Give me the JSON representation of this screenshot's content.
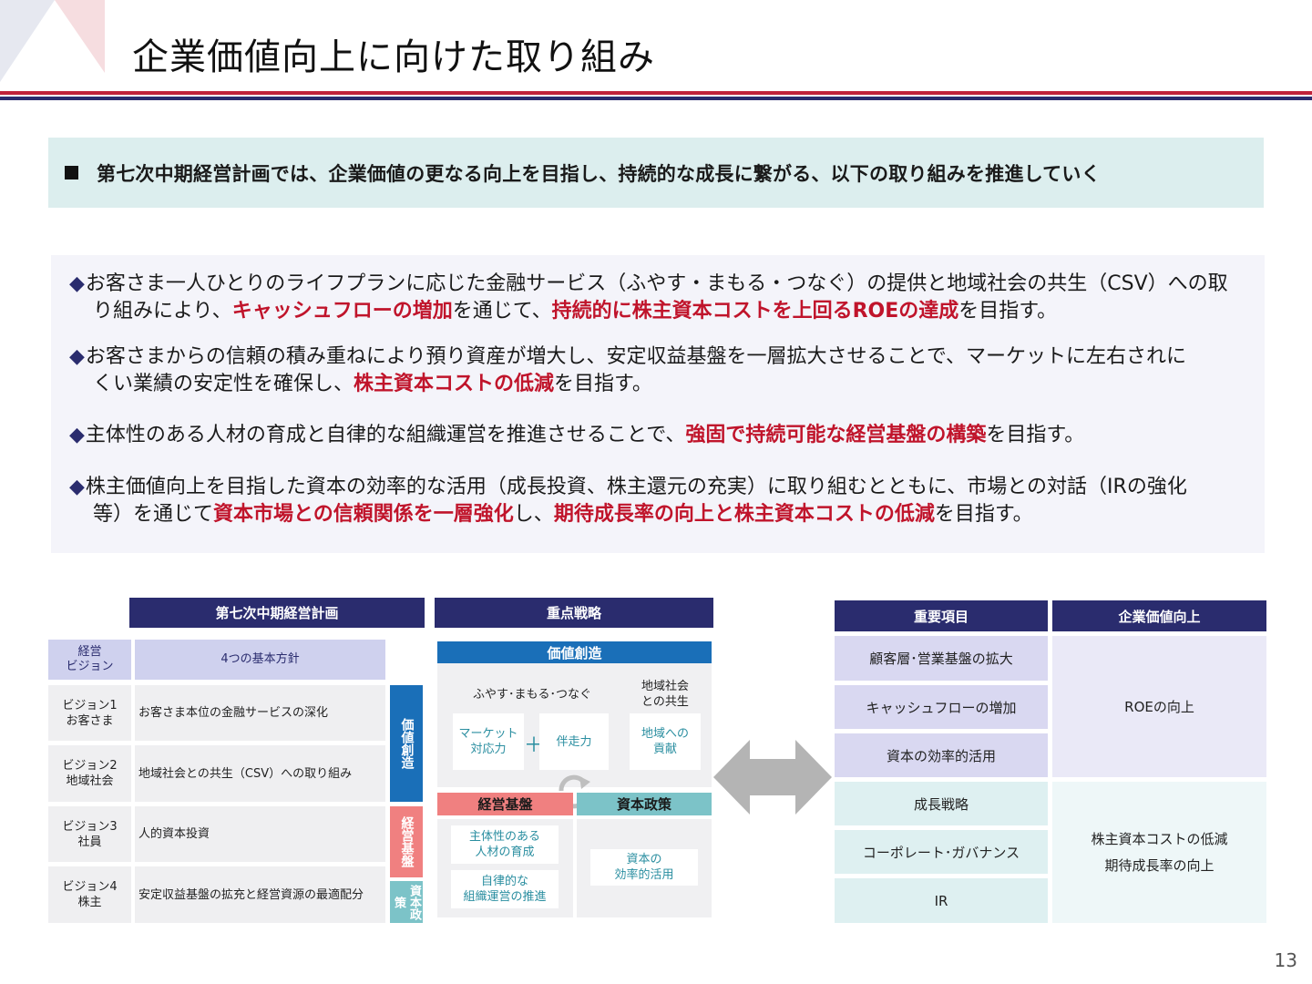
{
  "header": {
    "title": "企業価値向上に向けた取り組み"
  },
  "banner": {
    "text": "第七次中期経営計画では、企業価値の更なる向上を目指し、持続的な成長に繋がる、以下の取り組みを推進していく"
  },
  "bullets": [
    {
      "l1a": "お客さま一人ひとりのライフプランに応じた金融サービス（ふやす・まもる・つなぐ）の提供と地域社会の共生（CSV）への取",
      "l2a": "り組みにより、",
      "l2r1": "キャッシュフローの増加",
      "l2b": "を通じて、",
      "l2r2": "持続的に株主資本コストを上回るROEの達成",
      "l2c": "を目指す。"
    },
    {
      "l1a": "お客さまからの信頼の積み重ねにより預り資産が増大し、安定収益基盤を一層拡大させることで、マーケットに左右されに",
      "l2a": "くい業績の安定性を確保し、",
      "l2r1": "株主資本コストの低減",
      "l2b": "を目指す。"
    },
    {
      "l1a": "主体性のある人材の育成と自律的な組織運営を推進させることで、",
      "l1r": "強固で持続可能な経営基盤の構築",
      "l1b": "を目指す。"
    },
    {
      "l1a": "株主価値向上を目指した資本の効率的な活用（成長投資、株主還元の充実）に取り組むとともに、市場との対話（IRの強化",
      "l2a": "等）を通じて",
      "l2r1": "資本市場との信頼関係を一層強化",
      "l2b": "し、",
      "l2r2": "期待成長率の向上と株主資本コストの低減",
      "l2c": "を目指す。"
    }
  ],
  "plan_table": {
    "header": "第七次中期経営計画",
    "col1_header": "経営\nビジョン",
    "col2_header": "4つの基本方針",
    "rows": [
      {
        "vision": "ビジョン1\nお客さま",
        "policy": "お客さま本位の金融サービスの深化"
      },
      {
        "vision": "ビジョン2\n地域社会",
        "policy": "地域社会との共生（CSV）への取り組み"
      },
      {
        "vision": "ビジョン3\n社員",
        "policy": "人的資本投資"
      },
      {
        "vision": "ビジョン4\n株主",
        "policy": "安定収益基盤の拡充と経営資源の最適配分"
      }
    ],
    "side_labels": {
      "value": "価値創造",
      "mgmt": "経営基盤",
      "capital": "資本政策"
    }
  },
  "strategy": {
    "header": "重点戦略",
    "value_header": "価値創造",
    "fmt": "ふやす･まもる･つなぐ",
    "community": "地域社会\nとの共生",
    "market": "マーケット\n対応力",
    "plus": "＋",
    "companion": "伴走力",
    "contrib": "地域への\n貢献",
    "mgmt_header": "経営基盤",
    "capital_header": "資本政策",
    "mgmt_items": [
      "主体性のある\n人材の育成",
      "自律的な\n組織運営の推進"
    ],
    "capital_item": "資本の\n効率的活用"
  },
  "value_table": {
    "col1_header": "重要項目",
    "col2_header": "企業価値向上",
    "items_top": [
      "顧客層･営業基盤の拡大",
      "キャッシュフローの増加",
      "資本の効率的活用"
    ],
    "result_top": "ROEの向上",
    "items_bottom": [
      "成長戦略",
      "コーポレート･ガバナンス",
      "IR"
    ],
    "result_bottom": [
      "株主資本コストの低減",
      "期待成長率の向上"
    ]
  },
  "page_number": "13",
  "colors": {
    "navy": "#2a2c6e",
    "red": "#c0142b",
    "blue": "#1a6fb8",
    "salmon": "#f08080",
    "teal": "#7cc3c8"
  }
}
